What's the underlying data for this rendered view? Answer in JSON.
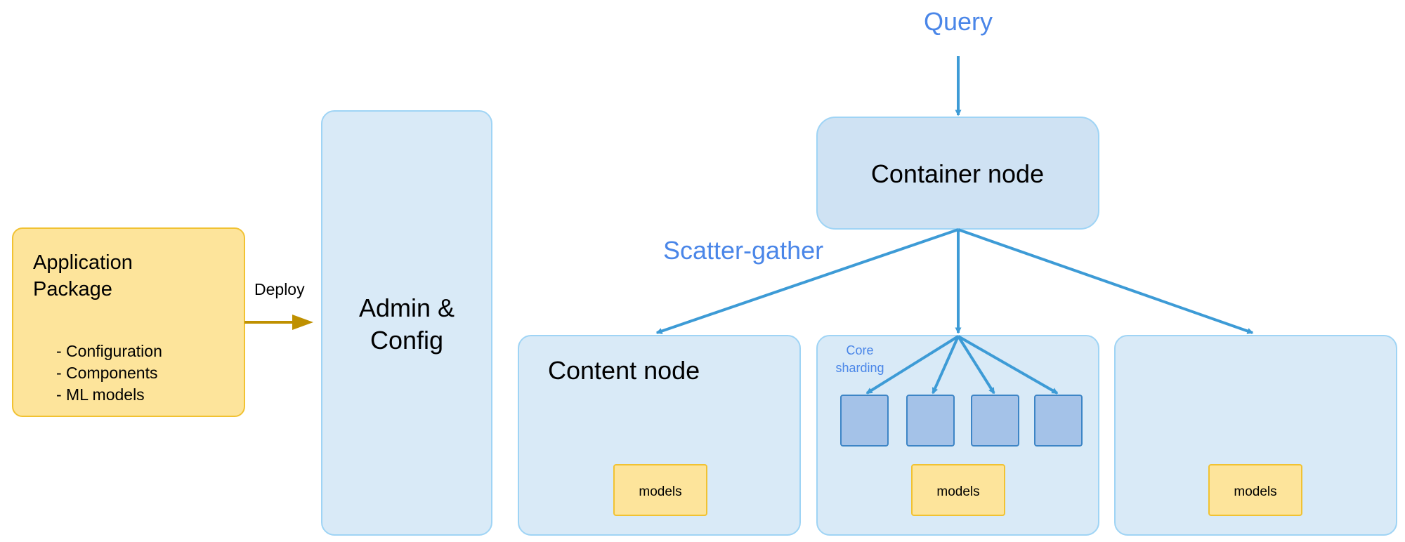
{
  "colors": {
    "app_fill": "#fde49b",
    "app_stroke": "#f1c232",
    "deploy_arrow": "#bf9000",
    "node_fill": "#d9eaf7",
    "node_stroke": "#9fd4f5",
    "container_fill": "#cfe2f3",
    "arrow_blue": "#3d9bd6",
    "shard_fill": "#a4c2e8",
    "shard_stroke": "#3d85c6",
    "label_blue": "#4a86e8",
    "models_fill": "#fde49b",
    "models_stroke": "#f1c232"
  },
  "app_package": {
    "title_line1": "Application",
    "title_line2": "Package",
    "items": [
      "- Configuration",
      "- Components",
      "- ML models"
    ]
  },
  "deploy_label": "Deploy",
  "admin_config": {
    "line1": "Admin &",
    "line2": "Config"
  },
  "query_label": "Query",
  "container_node_label": "Container node",
  "scatter_gather_label": "Scatter-gather",
  "content_node_label": "Content node",
  "core_sharding": {
    "line1": "Core",
    "line2": "sharding"
  },
  "models_label": "models"
}
